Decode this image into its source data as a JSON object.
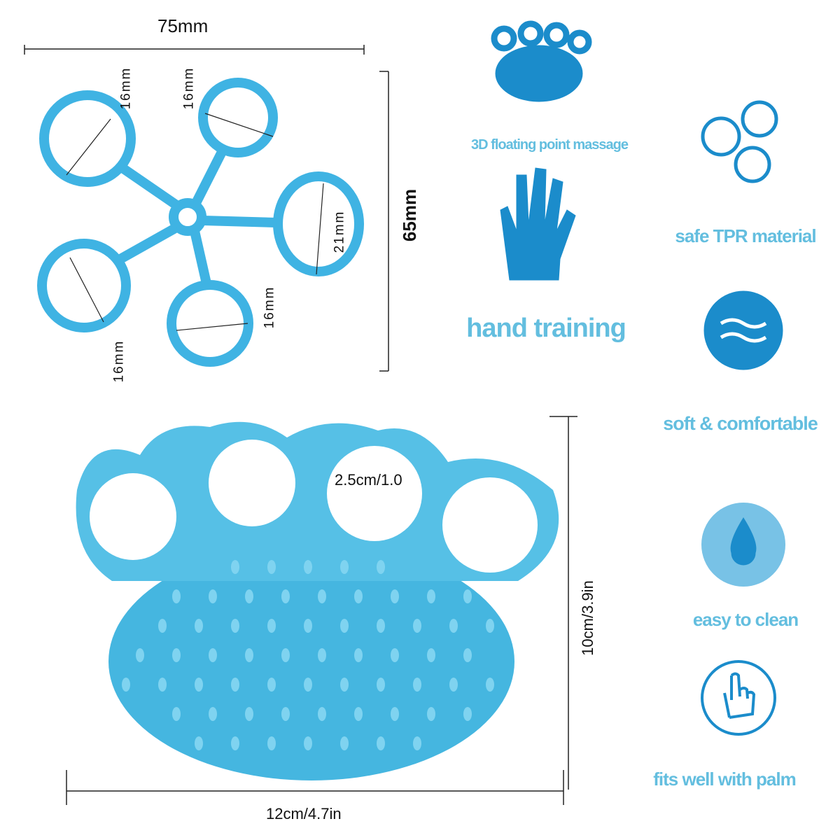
{
  "dimensions": {
    "width_top": "75mm",
    "height_top": "65mm",
    "ring_small": "16mm",
    "ring_large": "21mm",
    "hole": "2.5cm/1.0",
    "height_bottom": "10cm/3.9in",
    "width_bottom": "12cm/4.7in"
  },
  "features": [
    {
      "label": "3D floating point massage",
      "icon": "massage-ball-icon"
    },
    {
      "label": "hand training",
      "icon": "hand-icon"
    },
    {
      "label": "safe TPR material",
      "icon": "bubbles-icon"
    },
    {
      "label": "soft & comfortable",
      "icon": "waves-icon"
    },
    {
      "label": "easy to clean",
      "icon": "water-drop-icon"
    },
    {
      "label": "fits well with palm",
      "icon": "pointing-hand-icon"
    }
  ],
  "colors": {
    "product": "#45b6e0",
    "text": "#63bedf",
    "icon": "#1b8ccb"
  }
}
